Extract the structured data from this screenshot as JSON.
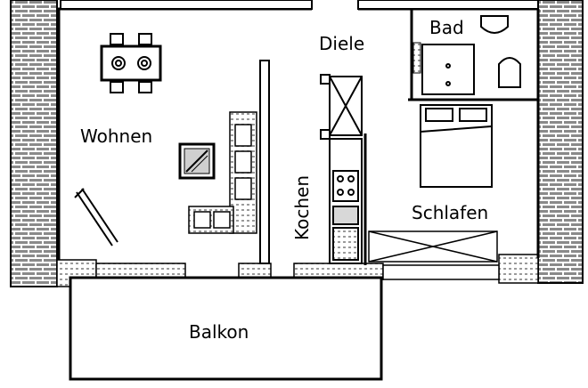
{
  "rooms": {
    "wohnen": "Wohnen",
    "diele": "Diele",
    "bad": "Bad",
    "kochen": "Kochen",
    "schlafen": "Schlafen",
    "balkon": "Balkon"
  },
  "colors": {
    "wall": "#111111",
    "brick": "#8a8a8a",
    "line": "#000000",
    "background": "#ffffff"
  }
}
